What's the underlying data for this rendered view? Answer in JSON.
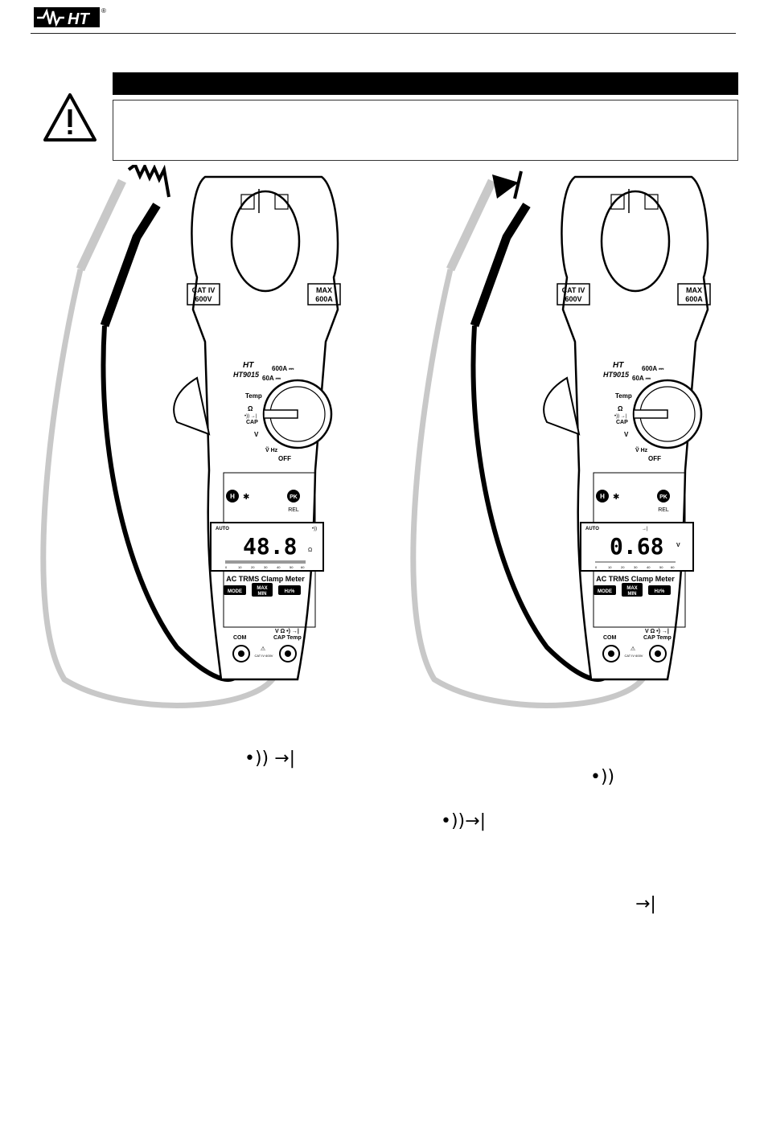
{
  "header": {
    "logo_text": "HT",
    "logo_mark": "®"
  },
  "figures": [
    {
      "lcd_auto": "AUTO",
      "lcd_reading": "48.8",
      "lcd_unit": "Ω",
      "lcd_symbol": "•))",
      "bar_scale": [
        "0",
        "10",
        "20",
        "30",
        "40",
        "50",
        "60"
      ]
    },
    {
      "lcd_auto": "AUTO",
      "lcd_reading": "0.68",
      "lcd_unit": "V",
      "lcd_symbol": "→|",
      "bar_scale": [
        "0",
        "10",
        "20",
        "30",
        "40",
        "50",
        "60"
      ]
    }
  ],
  "meter": {
    "brand": "HT",
    "model": "HT9015",
    "cat_left": [
      "CAT IV",
      "600V"
    ],
    "max_right": [
      "MAX",
      "600A"
    ],
    "range_600": "600A ⎓",
    "range_60": "60A ⎓",
    "dial_temp": "Temp",
    "dial_ohm": "Ω",
    "dial_cap_sym": "•)) →|",
    "dial_cap": "CAP",
    "dial_v": "V",
    "dial_vhz": "Ṽ Hz",
    "dial_off": "OFF",
    "btn_h": "H",
    "btn_pk": "PK",
    "btn_rel": "REL",
    "title": "AC TRMS Clamp Meter",
    "btn_mode": "MODE",
    "btn_max": "MAX",
    "btn_min": "MIN",
    "btn_hz": "Hz%",
    "com": "COM",
    "vohm": "V Ω •) →|",
    "captemp": "CAP Temp",
    "cat_small": "CAT IV 600V"
  },
  "inline_symbols": {
    "sym1": "•)) →|",
    "sym2": "•))",
    "sym3": "•))→|",
    "sym4": "→|"
  },
  "colors": {
    "black": "#000000",
    "grey_lead": "#c8c8c8",
    "text_dark": "#111111"
  }
}
